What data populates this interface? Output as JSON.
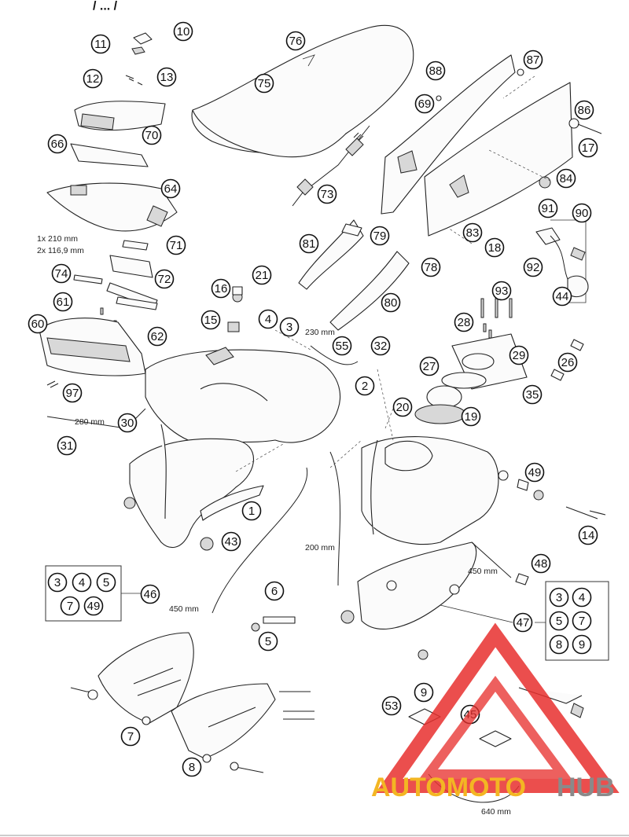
{
  "header_fragment": "/ ... /",
  "callouts": [
    "10",
    "11",
    "12",
    "13",
    "70",
    "66",
    "64",
    "71",
    "72",
    "74",
    "61",
    "62",
    "60",
    "97",
    "76",
    "75",
    "73",
    "88",
    "87",
    "69",
    "86",
    "17",
    "84",
    "90",
    "91",
    "92",
    "44",
    "83",
    "18",
    "81",
    "79",
    "78",
    "80",
    "21",
    "16",
    "15",
    "4",
    "3",
    "55",
    "30",
    "31",
    "32",
    "93",
    "28",
    "29",
    "26",
    "27",
    "35",
    "20",
    "19",
    "2",
    "49",
    "14",
    "46",
    "1",
    "43",
    "48",
    "47",
    "6",
    "5",
    "7",
    "8",
    "9",
    "53",
    "45"
  ],
  "group_left": [
    "3",
    "4",
    "5",
    "7",
    "49"
  ],
  "group_right": [
    "3",
    "4",
    "5",
    "7",
    "8",
    "9"
  ],
  "dimensions": {
    "d1": "1x 210 mm",
    "d2": "2x 116,9 mm",
    "d3": "280 mm",
    "d4": "230 mm",
    "d5": "200 mm",
    "d6": "450 mm",
    "d7": "450 mm",
    "d8": "640 mm"
  },
  "watermark": {
    "part1": "AUTOMOTO",
    "part2": "HUB",
    "color_red": "#e8302e",
    "color_yellow": "#f3b623",
    "color_gray": "#8a8a8a"
  }
}
